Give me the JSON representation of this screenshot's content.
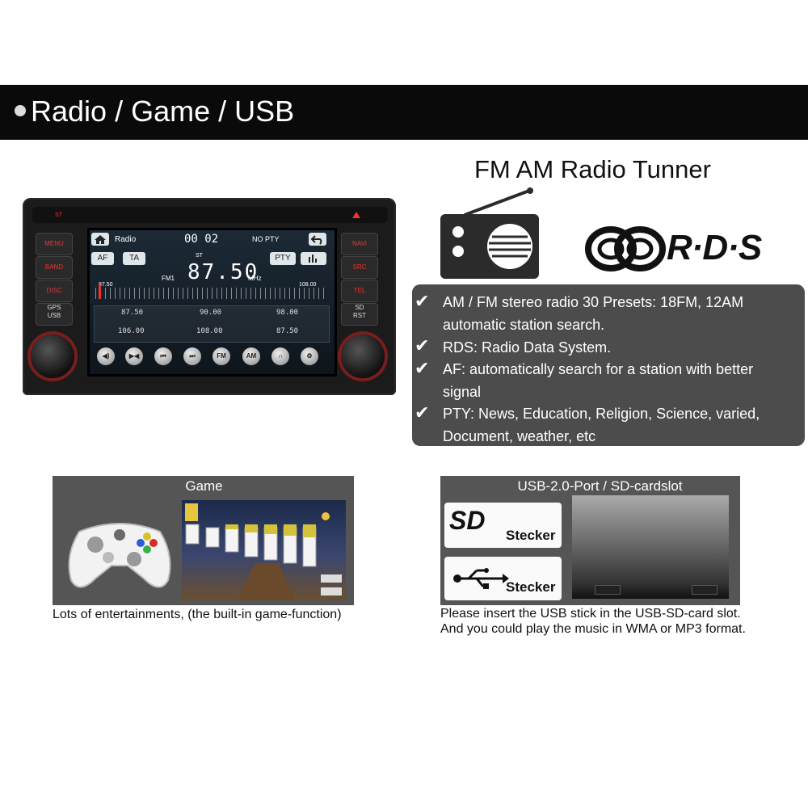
{
  "header": {
    "title": "Radio / Game / USB"
  },
  "stereo": {
    "left_top_label": "ST",
    "left_buttons": [
      "MENU",
      "BAND",
      "DISC"
    ],
    "left_bottom_label": "GPS\nUSB",
    "right_buttons": [
      "NAVI",
      "SRC",
      "TEL"
    ],
    "right_bottom_label": "SD\nRST",
    "screen": {
      "radio_label": "Radio",
      "clock": "00 02",
      "pty_status": "NO PTY",
      "af_button": "AF",
      "ta_button": "TA",
      "pty_button": "PTY",
      "st_label": "ST",
      "band_label": "FM1",
      "frequency": "87.50",
      "unit": "MHz",
      "scale_min": "87.50",
      "scale_max": "108.00",
      "presets": [
        "87.50",
        "90.00",
        "98.00",
        "106.00",
        "108.00",
        "87.50"
      ],
      "controls": [
        "◀)",
        "▶◀",
        "⏮",
        "⏭",
        "FM",
        "AM",
        "∩",
        "⚙"
      ]
    }
  },
  "feature": {
    "title": "FM AM Radio Tunner",
    "rds_logo_text": "R·D·S",
    "lines": [
      {
        "check": true,
        "text": "AM / FM stereo radio 30 Presets: 18FM, 12AM"
      },
      {
        "check": false,
        "text": "automatic station search."
      },
      {
        "check": true,
        "text": "RDS: Radio Data System."
      },
      {
        "check": true,
        "text": "AF: automatically search for a station with better"
      },
      {
        "check": false,
        "text": "signal"
      },
      {
        "check": true,
        "text": "PTY: News, Education, Religion, Science, varied,"
      },
      {
        "check": false,
        "text": "Document, weather, etc"
      }
    ],
    "check_mark": "✔"
  },
  "game_panel": {
    "title": "Game",
    "caption": "Lots of entertainments, (the built-in game-function)"
  },
  "usb_panel": {
    "title": "USB-2.0-Port / SD-cardslot",
    "sd_label": "Stecker",
    "usb_label": "Stecker",
    "sd_logo": "SD",
    "caption_lines": [
      "Please insert the USB stick in the USB-SD-card slot.",
      "And you could play the music in WMA or MP3 format."
    ]
  },
  "colors": {
    "header_bg": "#0a0a0a",
    "spec_box_bg": "#4c4c4c",
    "panel_bg": "#555555",
    "accent_red": "#e33333"
  }
}
